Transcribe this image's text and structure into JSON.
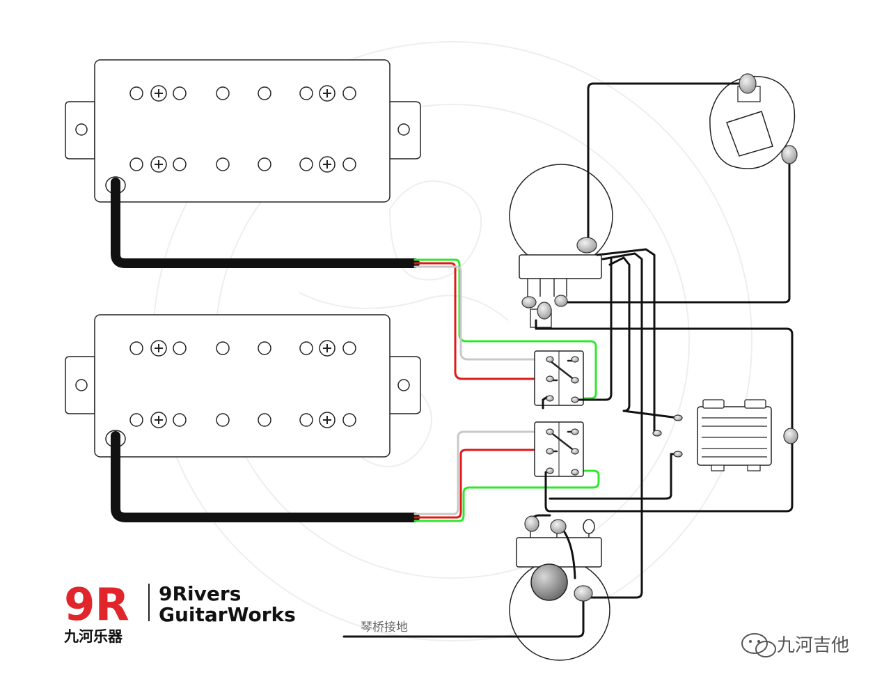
{
  "brand": {
    "logo_mark": "9R",
    "name_line1": "9Rivers",
    "name_line2": "GuitarWorks",
    "chinese_name": "九河乐器"
  },
  "labels": {
    "bridge_ground": "琴桥接地"
  },
  "watermark": {
    "account_name": "九河吉他",
    "icon": "wechat-icon"
  },
  "components": {
    "pickups": [
      "neck-humbucker",
      "bridge-humbucker"
    ],
    "controls": [
      "volume-pot",
      "tone-pot",
      "output-jack",
      "coil-split-switch-1",
      "coil-split-switch-2",
      "pickup-selector-switch"
    ]
  },
  "colors": {
    "wire_black": "#111111",
    "wire_green": "#2ee82e",
    "wire_red": "#e01818",
    "wire_white": "#c8c8c8",
    "logo_red": "#e0262b",
    "logo_grey": "#8a8a8a"
  }
}
